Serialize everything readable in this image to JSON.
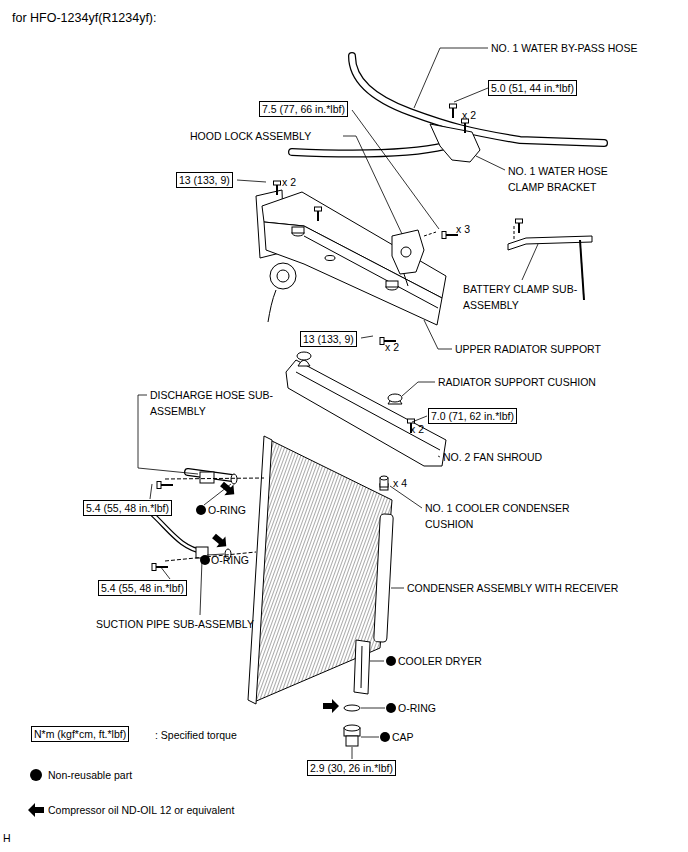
{
  "diagram": {
    "title": "for HFO-1234yf(R1234yf):",
    "nodes": [
      {
        "text": [
          "5.0 (51, 44 in.*lbf)"
        ]
      },
      {
        "text": [
          "7.5 (77, 66 in.*lbf)"
        ]
      },
      {
        "text": [
          "13 (133, 9)"
        ]
      },
      {
        "text": [
          "13 (133, 9)"
        ]
      },
      {
        "text": [
          "7.0 (71, 62 in.*lbf)"
        ]
      },
      {
        "text": [
          "5.4 (55, 48 in.*lbf)"
        ]
      },
      {
        "text": [
          "5.4 (55, 48 in.*lbf)"
        ]
      },
      {
        "text": [
          "2.9 (30, 26 in.*lbf)"
        ]
      },
      {
        "text": [
          "N*m (kgf*cm, ft.*lbf)"
        ]
      }
    ],
    "labels": [
      "NO. 1 WATER BY-PASS HOSE",
      "x 2",
      "HOOD LOCK ASSEMBLY",
      "NO. 1 WATER HOSE CLAMP BRACKET",
      "x 2",
      "x 3",
      "BATTERY CLAMP SUB-ASSEMBLY",
      "x 2",
      "UPPER RADIATOR SUPPORT",
      "RADIATOR SUPPORT CUSHION",
      "DISCHARGE HOSE SUB-ASSEMBLY",
      "x 2",
      "NO. 2 FAN SHROUD",
      "x 4",
      "NO. 1 COOLER CONDENSER CUSHION",
      "O-RING",
      "O-RING",
      "CONDENSER ASSEMBLY WITH RECEIVER",
      "SUCTION PIPE SUB-ASSEMBLY",
      "COOLER DRYER",
      "O-RING",
      "CAP",
      "H"
    ],
    "legend": [
      {
        "text": ": Specified torque"
      },
      {
        "text": "Non-reusable part"
      },
      {
        "text": "Compressor oil ND-OIL 12 or equivalent"
      }
    ]
  }
}
